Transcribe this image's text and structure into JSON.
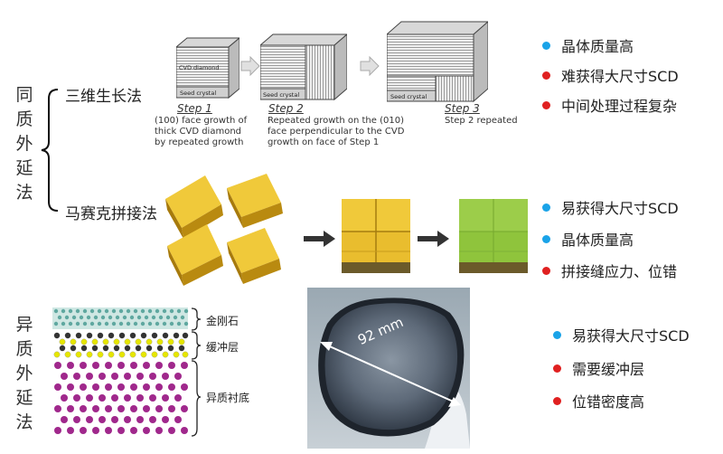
{
  "left_top_label": "同质外延法",
  "left_bottom_label": "异质外延法",
  "methods": {
    "three_d": "三维生长法",
    "mosaic": "马赛克拼接法"
  },
  "steps": [
    {
      "title": "Step 1",
      "desc": [
        "(100) face growth of",
        "thick CVD diamond",
        "by repeated growth"
      ],
      "block_labels": [
        "CVD diamond",
        "Seed crystal"
      ]
    },
    {
      "title": "Step 2",
      "desc": [
        "Repeated growth on the (010)",
        "face perpendicular to the CVD",
        "growth on face of Step 1"
      ],
      "block_labels": [
        "Seed crystal"
      ]
    },
    {
      "title": "Step 3",
      "desc": [
        "Step 2 repeated"
      ],
      "block_labels": [
        "Seed crystal"
      ]
    }
  ],
  "bullets_top": [
    {
      "text": "晶体质量高",
      "color": "#1aa3e8"
    },
    {
      "text": "难获得大尺寸SCD",
      "color": "#e02020"
    },
    {
      "text": "中间处理过程复杂",
      "color": "#e02020"
    }
  ],
  "bullets_mid": [
    {
      "text": "易获得大尺寸SCD",
      "color": "#1aa3e8"
    },
    {
      "text": "晶体质量高",
      "color": "#1aa3e8"
    },
    {
      "text": "拼接缝应力、位错",
      "color": "#e02020"
    }
  ],
  "bullets_bottom": [
    {
      "text": "易获得大尺寸SCD",
      "color": "#1aa3e8"
    },
    {
      "text": "需要缓冲层",
      "color": "#e02020"
    },
    {
      "text": "位错密度高",
      "color": "#e02020"
    }
  ],
  "layers": {
    "diamond": "金刚石",
    "buffer": "缓冲层",
    "substrate": "异质衬底"
  },
  "wafer_label": "92 mm",
  "colors": {
    "gold_tile": "#e8b923",
    "green_tile": "#8fc43c",
    "substrate_atom": "#a0288c",
    "buffer_atom": "#e6e600",
    "diamond_atom": "#5fa8a0"
  }
}
